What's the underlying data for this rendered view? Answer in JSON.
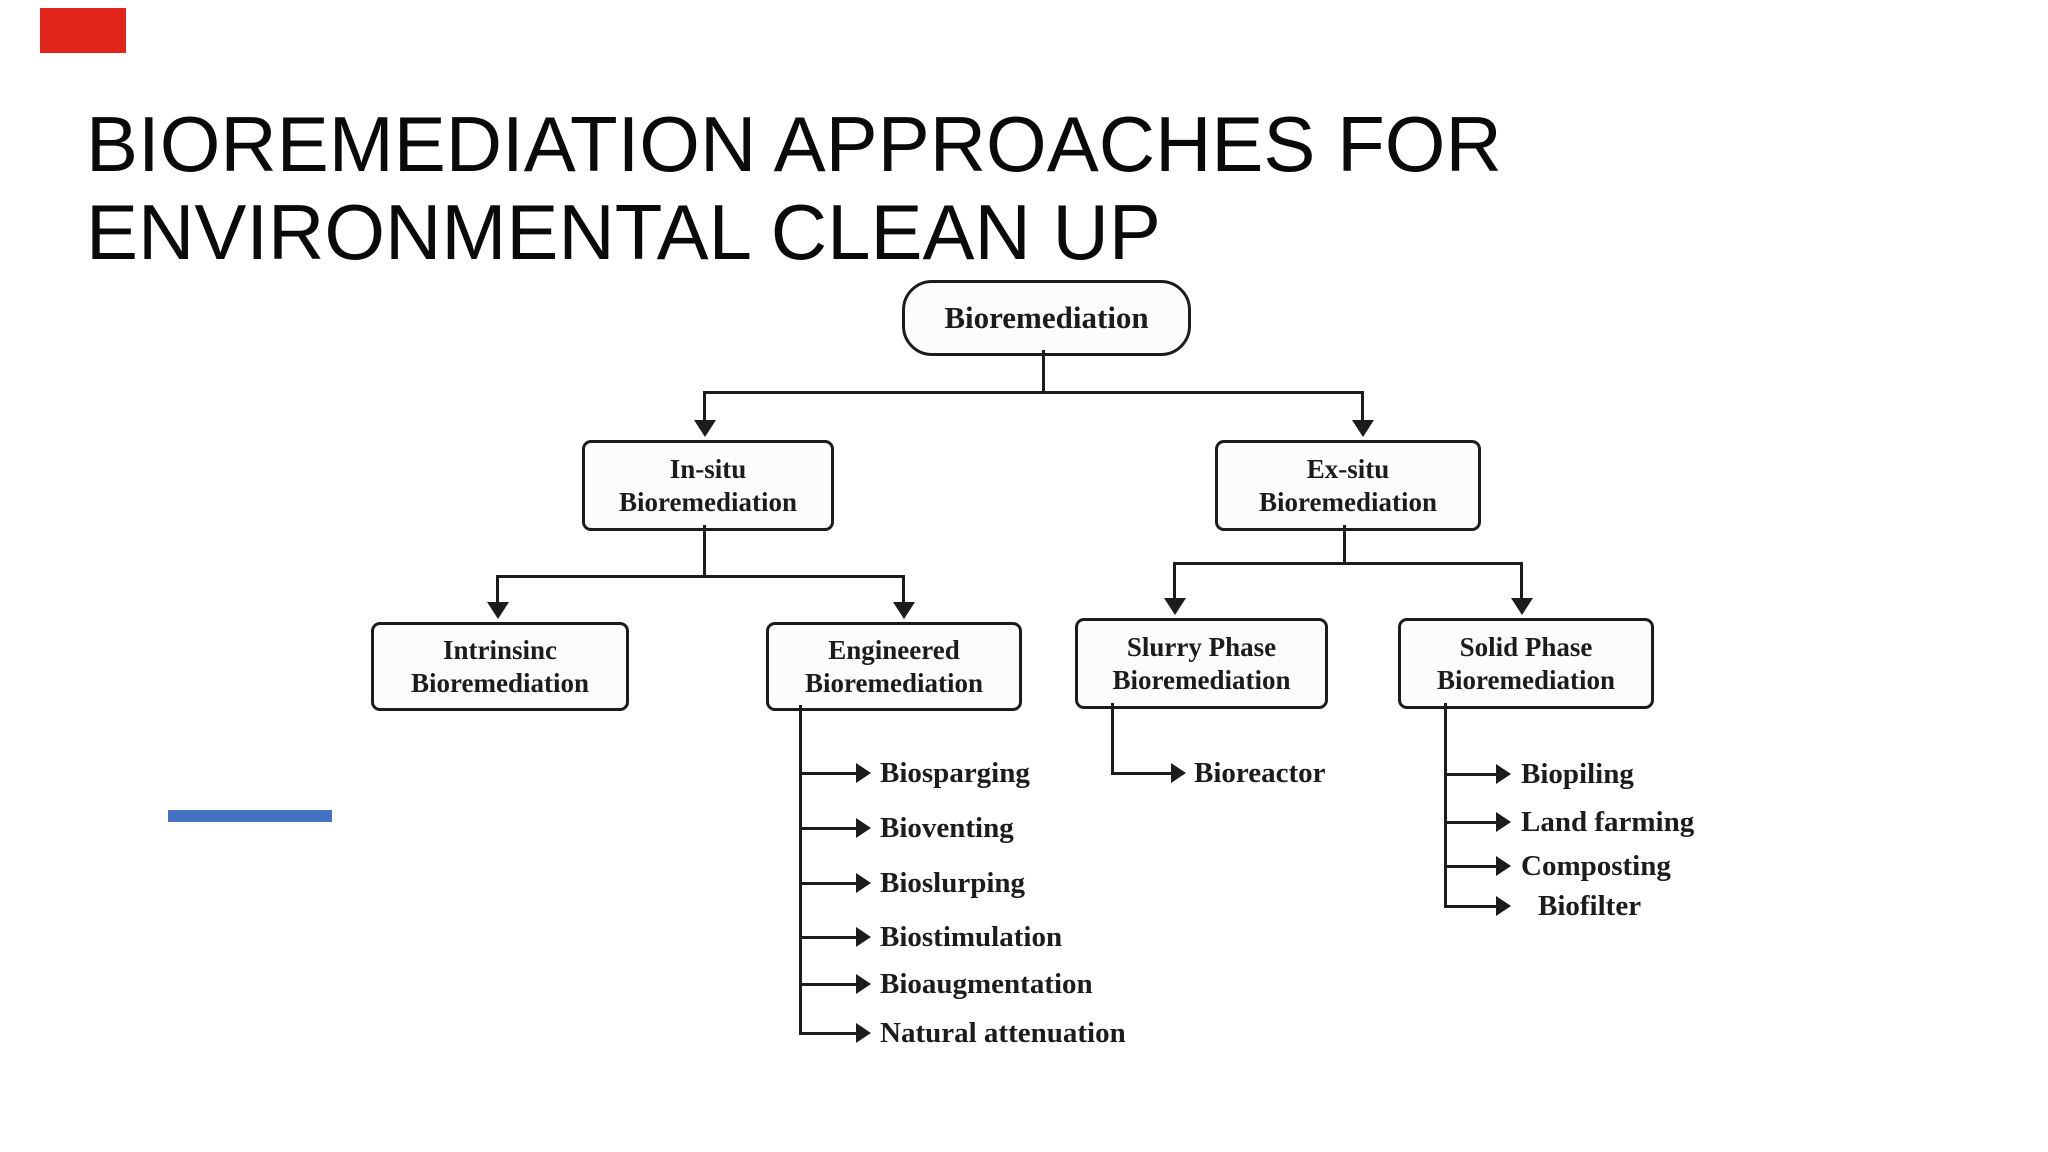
{
  "slide": {
    "title_line1": "BIOREMEDIATION APPROACHES FOR",
    "title_line2": "ENVIRONMENTAL CLEAN UP"
  },
  "colors": {
    "accent-red": "#e1251b",
    "accent-blue": "#4472c4",
    "ink": "#1c1c1c"
  },
  "tree": {
    "root": {
      "label": "Bioremediation"
    },
    "in_situ": {
      "line1": "In-situ",
      "line2": "Bioremediation"
    },
    "ex_situ": {
      "line1": "Ex-situ",
      "line2": "Bioremediation"
    },
    "intrinsic": {
      "line1": "Intrinsinc",
      "line2": "Bioremediation"
    },
    "engineered": {
      "line1": "Engineered",
      "line2": "Bioremediation",
      "children": [
        "Biosparging",
        "Bioventing",
        "Bioslurping",
        "Biostimulation",
        "Bioaugmentation",
        "Natural attenuation"
      ]
    },
    "slurry": {
      "line1": "Slurry Phase",
      "line2": "Bioremediation",
      "children": [
        "Bioreactor"
      ]
    },
    "solid": {
      "line1": "Solid Phase",
      "line2": "Bioremediation",
      "children": [
        "Biopiling",
        "Land farming",
        "Composting",
        "Biofilter"
      ]
    }
  }
}
